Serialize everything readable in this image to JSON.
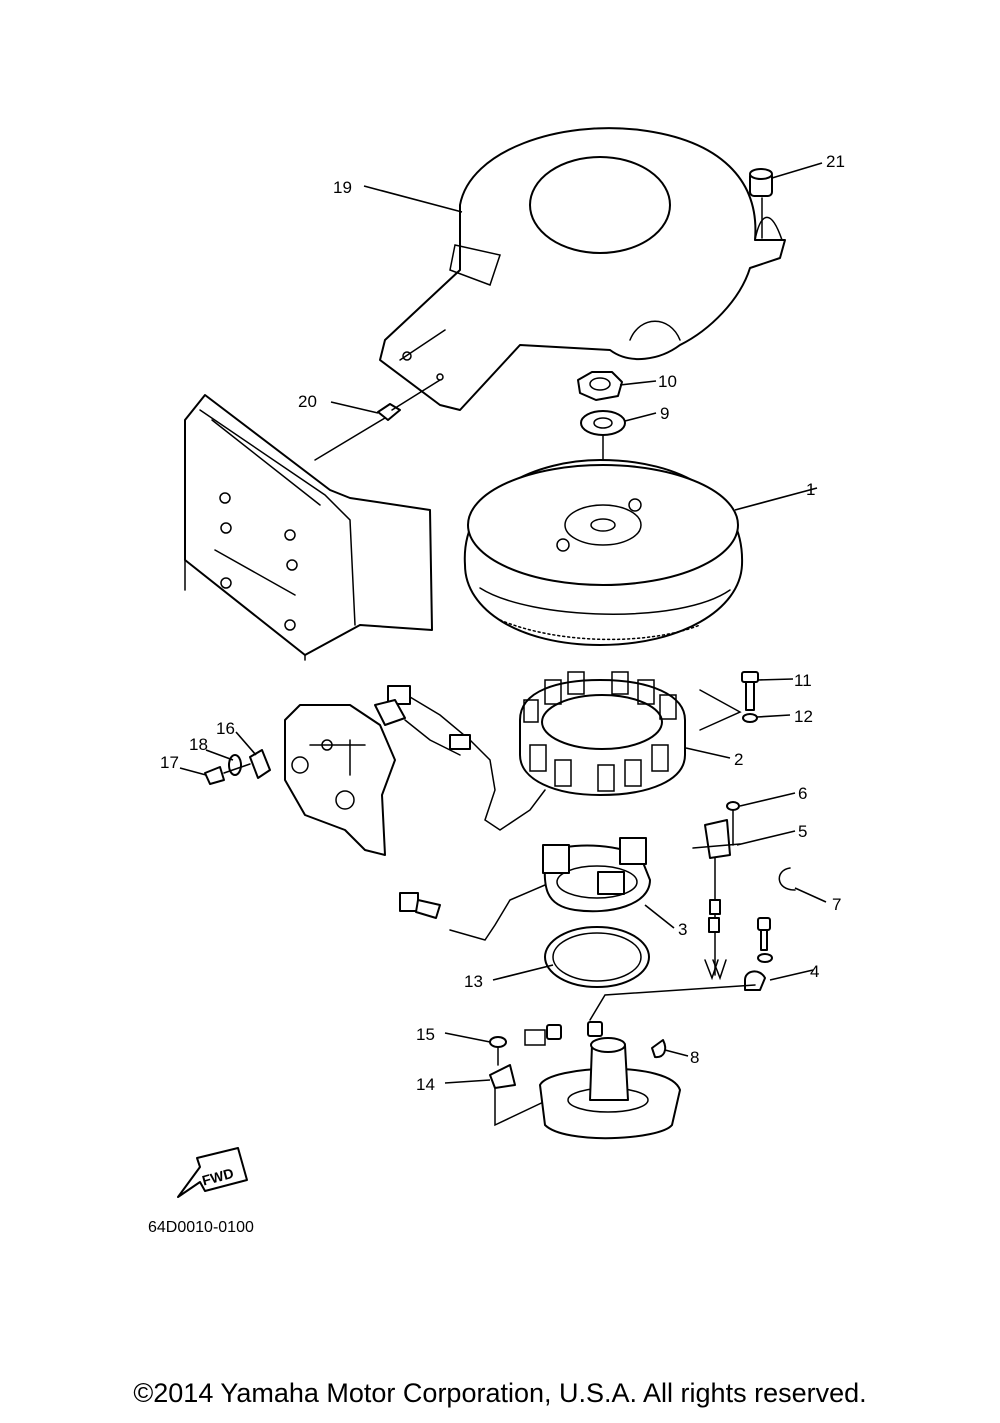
{
  "diagram": {
    "drawing_code": "64D0010-0100",
    "fwd_label": "FWD",
    "copyright": "©2014 Yamaha Motor Corporation, U.S.A. All rights reserved."
  },
  "callouts": [
    "1",
    "2",
    "3",
    "4",
    "5",
    "6",
    "7",
    "8",
    "9",
    "10",
    "11",
    "12",
    "13",
    "14",
    "15",
    "16",
    "17",
    "18",
    "19",
    "20",
    "21"
  ],
  "colors": {
    "line": "#000000",
    "background": "#ffffff"
  }
}
